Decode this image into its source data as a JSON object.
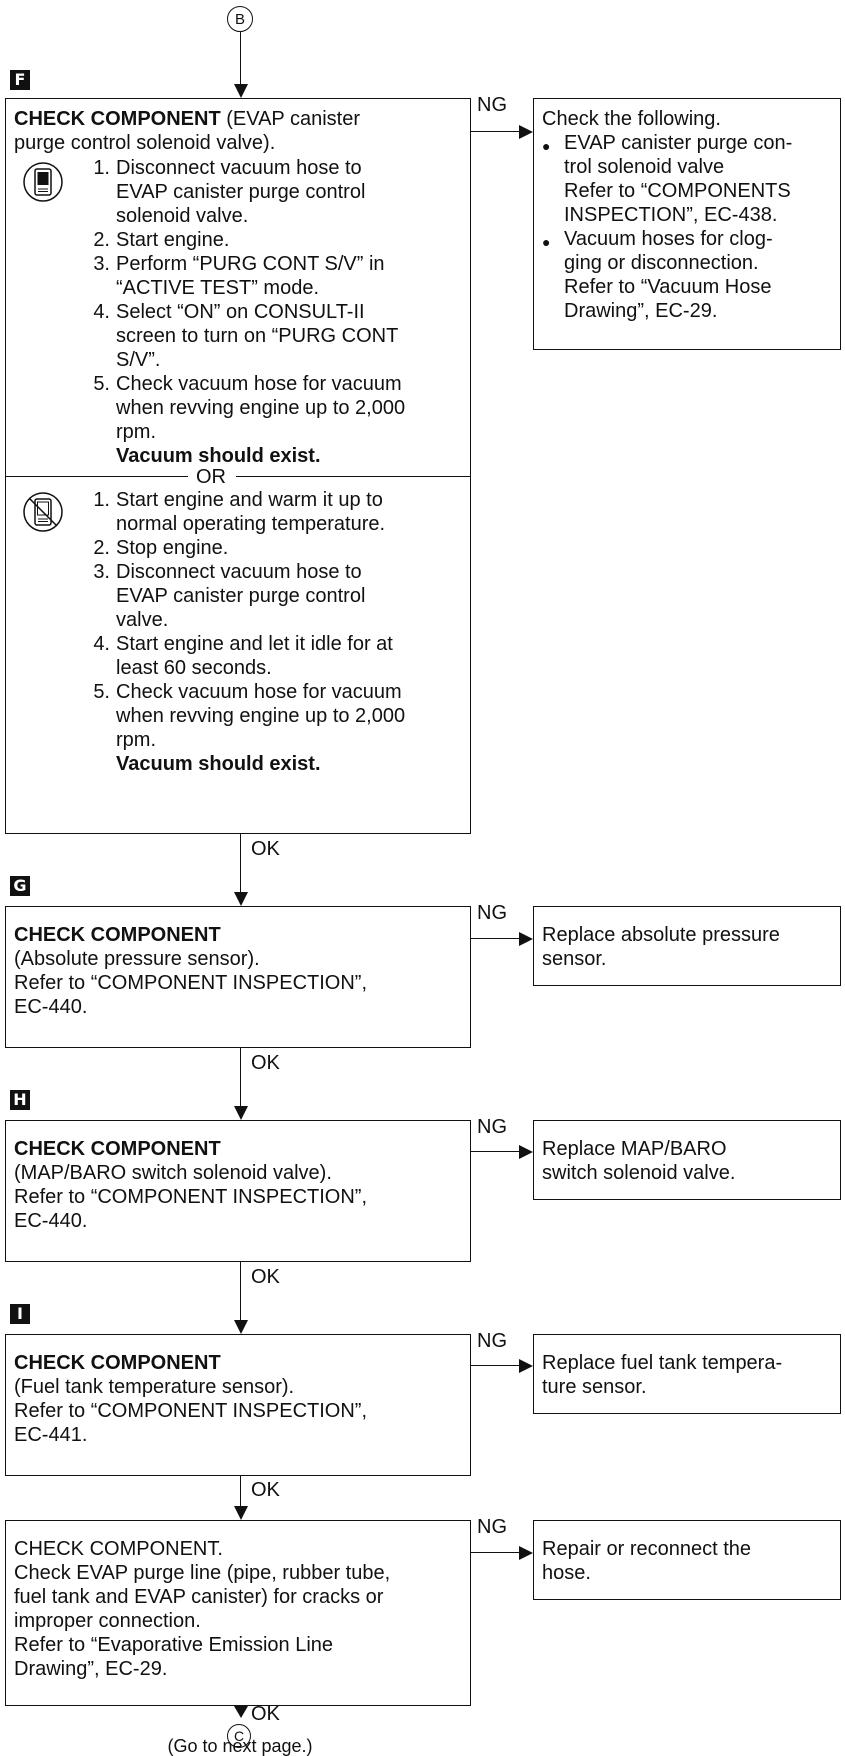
{
  "connectors": {
    "top": "B",
    "bottom": "C",
    "bottom_note": "(Go to next page.)"
  },
  "step_labels": {
    "f": "F",
    "g": "G",
    "h": "H",
    "i": "I"
  },
  "labels": {
    "ng": "NG",
    "ok": "OK",
    "or": "OR"
  },
  "box_f": {
    "title_bold": "CHECK COMPONENT",
    "title_line1_rest": " (EVAP canister",
    "title_line2": "purge control solenoid valve).",
    "consult_steps": [
      {
        "num": "1.",
        "lines": [
          "Disconnect vacuum hose to",
          "EVAP canister purge control",
          "solenoid valve."
        ]
      },
      {
        "num": "2.",
        "lines": [
          "Start engine."
        ]
      },
      {
        "num": "3.",
        "lines": [
          "Perform “PURG CONT S/V” in",
          "“ACTIVE TEST” mode."
        ]
      },
      {
        "num": "4.",
        "lines": [
          "Select “ON” on CONSULT-II",
          "screen to turn on “PURG CONT",
          "S/V”."
        ]
      },
      {
        "num": "5.",
        "lines": [
          "Check vacuum hose for vacuum",
          "when revving engine up to 2,000",
          "rpm."
        ]
      }
    ],
    "consult_result": "Vacuum should exist.",
    "no_consult_steps": [
      {
        "num": "1.",
        "lines": [
          "Start engine and warm it up to",
          "normal operating temperature."
        ]
      },
      {
        "num": "2.",
        "lines": [
          "Stop engine."
        ]
      },
      {
        "num": "3.",
        "lines": [
          "Disconnect vacuum hose to",
          "EVAP canister purge control",
          "valve."
        ]
      },
      {
        "num": "4.",
        "lines": [
          "Start engine and let it idle for at",
          "least 60 seconds."
        ]
      },
      {
        "num": "5.",
        "lines": [
          "Check vacuum hose for vacuum",
          "when revving engine up to 2,000",
          "rpm."
        ]
      }
    ],
    "no_consult_result": "Vacuum should exist."
  },
  "ng_f": {
    "intro": "Check the following.",
    "items": [
      [
        "EVAP canister purge con-",
        "trol solenoid valve",
        "Refer to “COMPONENTS",
        "INSPECTION”, EC-438."
      ],
      [
        "Vacuum hoses for clog-",
        "ging or disconnection.",
        "Refer to “Vacuum Hose",
        "Drawing”, EC-29."
      ]
    ]
  },
  "box_g": {
    "title": "CHECK COMPONENT",
    "lines": [
      "(Absolute pressure sensor).",
      "Refer to “COMPONENT INSPECTION”,",
      "EC-440."
    ]
  },
  "ng_g": {
    "lines": [
      "Replace absolute pressure",
      "sensor."
    ]
  },
  "box_h": {
    "title": "CHECK COMPONENT",
    "lines": [
      "(MAP/BARO switch solenoid valve).",
      "Refer to “COMPONENT INSPECTION”,",
      "EC-440."
    ]
  },
  "ng_h": {
    "lines": [
      "Replace MAP/BARO",
      "switch solenoid valve."
    ]
  },
  "box_i": {
    "title": "CHECK COMPONENT",
    "lines": [
      "(Fuel tank temperature sensor).",
      "Refer to “COMPONENT INSPECTION”,",
      "EC-441."
    ]
  },
  "ng_i": {
    "lines": [
      "Replace fuel tank tempera-",
      "ture sensor."
    ]
  },
  "box_j": {
    "lines": [
      "CHECK COMPONENT.",
      "Check EVAP purge line (pipe, rubber tube,",
      "fuel tank and EVAP canister) for cracks or",
      "improper connection.",
      "Refer to “Evaporative Emission Line",
      "Drawing”, EC-29."
    ]
  },
  "ng_j": {
    "lines": [
      "Repair or reconnect the",
      "hose."
    ]
  }
}
